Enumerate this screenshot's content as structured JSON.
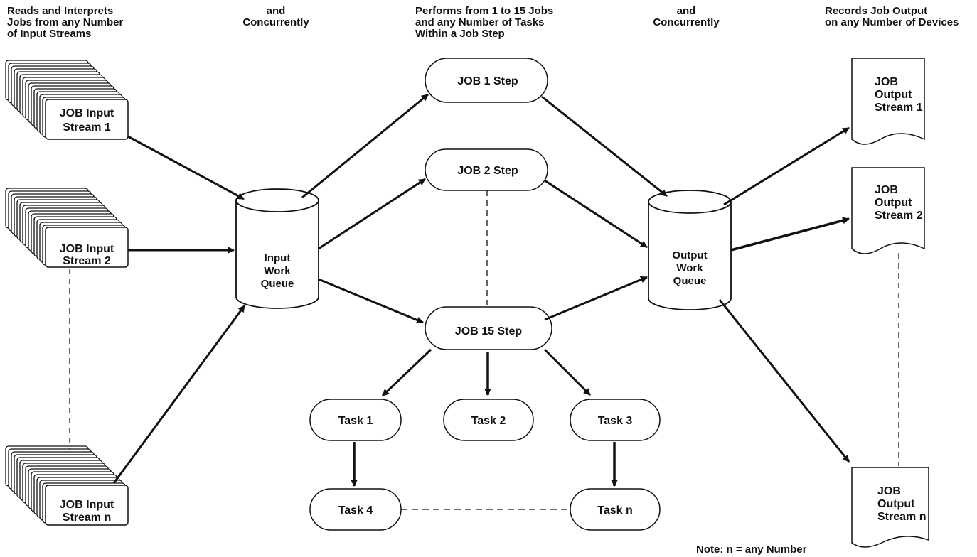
{
  "headers": {
    "col1": [
      "Reads and Interprets",
      "Jobs from any Number",
      "of Input Streams"
    ],
    "col2": [
      "and",
      "Concurrently"
    ],
    "col3": [
      "Performs from  1 to 15 Jobs",
      "and any Number of Tasks",
      "Within a Job Step"
    ],
    "col4": [
      "and",
      "Concurrently"
    ],
    "col5": [
      "Records Job Output",
      "on any Number of Devices"
    ]
  },
  "input_streams": [
    {
      "line1": "JOB Input",
      "line2": "Stream 1"
    },
    {
      "line1": "JOB Input",
      "line2": "Stream 2"
    },
    {
      "line1": "JOB Input",
      "line2": "Stream n"
    }
  ],
  "input_queue": [
    "Input",
    "Work",
    "Queue"
  ],
  "output_queue": [
    "Output",
    "Work",
    "Queue"
  ],
  "job_steps": [
    "JOB 1 Step",
    "JOB 2 Step",
    "JOB 15 Step"
  ],
  "tasks": [
    "Task 1",
    "Task 2",
    "Task 3",
    "Task 4",
    "Task n"
  ],
  "output_streams": [
    [
      "JOB",
      "Output",
      "Stream 1"
    ],
    [
      "JOB",
      "Output",
      "Stream 2"
    ],
    [
      "JOB",
      "Output",
      "Stream n"
    ]
  ],
  "note": "Note: n = any Number"
}
